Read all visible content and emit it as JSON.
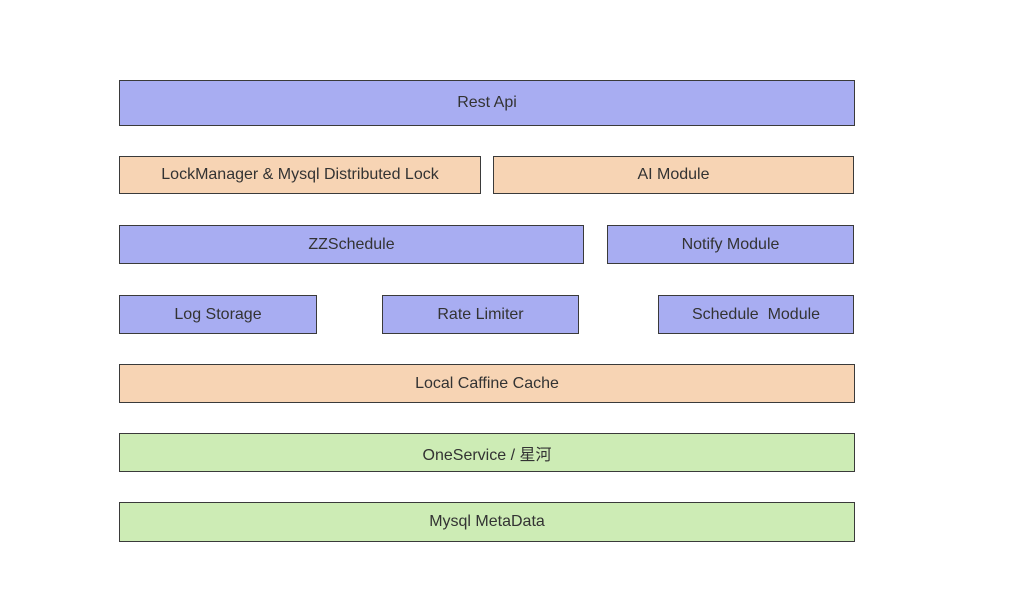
{
  "colors": {
    "blue_layer": "#a8adf2",
    "orange_layer": "#f7d4b4",
    "green_layer": "#cdecb5",
    "border": "#3a3a3a",
    "text": "#333333"
  },
  "layers": {
    "rest_api": {
      "label": "Rest Api",
      "color": "blue"
    },
    "lock_manager": {
      "label": "LockManager & Mysql Distributed Lock",
      "color": "orange"
    },
    "ai_module": {
      "label": "AI Module",
      "color": "orange"
    },
    "zzschedule": {
      "label": "ZZSchedule",
      "color": "blue"
    },
    "notify_module": {
      "label": "Notify Module",
      "color": "blue"
    },
    "log_storage": {
      "label": "Log Storage",
      "color": "blue"
    },
    "rate_limiter": {
      "label": "Rate Limiter",
      "color": "blue"
    },
    "schedule_module": {
      "label": "Schedule  Module",
      "color": "blue"
    },
    "local_cache": {
      "label": "Local Caffine Cache",
      "color": "orange"
    },
    "oneservice": {
      "label": "OneService / 星河",
      "color": "green"
    },
    "mysql_metadata": {
      "label": "Mysql MetaData",
      "color": "green"
    }
  }
}
